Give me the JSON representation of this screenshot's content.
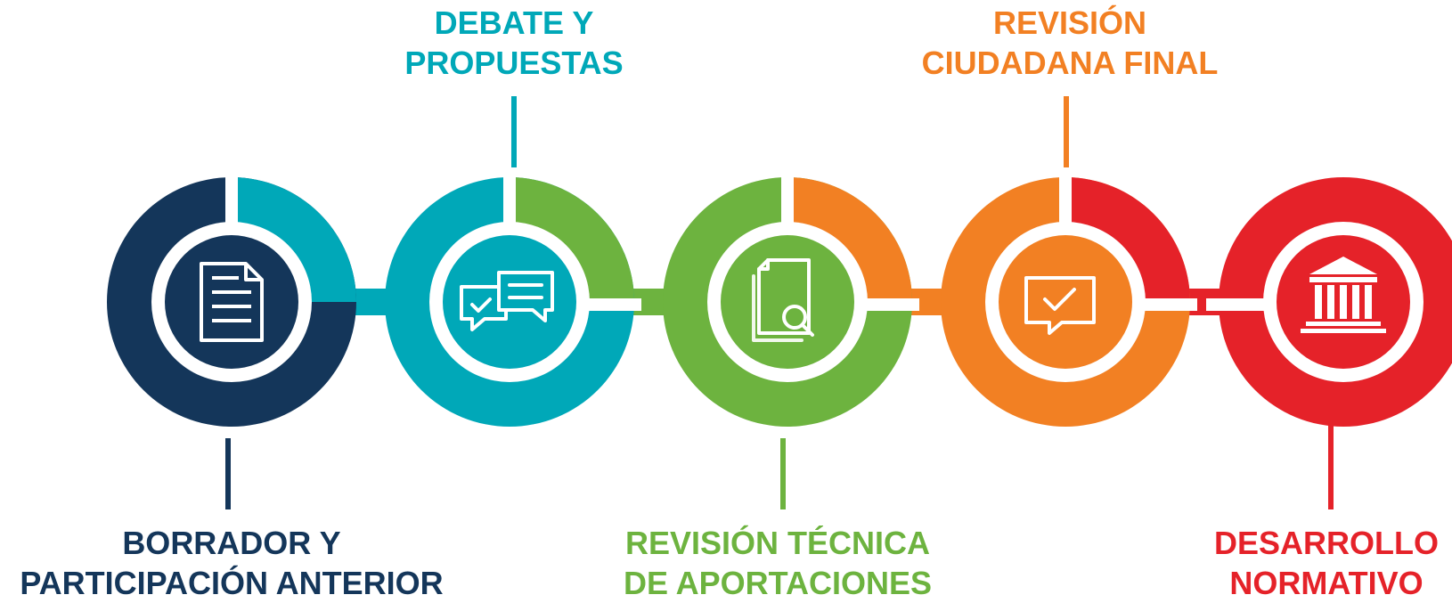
{
  "stages": [
    {
      "id": "borrador",
      "line1": "BORRADOR Y",
      "line2": "PARTICIPACIÓN ANTERIOR",
      "color": "#14365a",
      "icon": "document-icon"
    },
    {
      "id": "debate",
      "line1": "DEBATE Y",
      "line2": "PROPUESTAS",
      "color": "#00a8b8",
      "icon": "chat-bubbles-icon"
    },
    {
      "id": "revision-tecnica",
      "line1": "REVISIÓN TÉCNICA",
      "line2": "DE APORTACIONES",
      "color": "#6db33f",
      "icon": "document-search-icon"
    },
    {
      "id": "revision-ciudadana",
      "line1": "REVISIÓN",
      "line2": "CIUDADANA FINAL",
      "color": "#f28023",
      "icon": "checkmark-monitor-icon"
    },
    {
      "id": "desarrollo",
      "line1": "DESARROLLO",
      "line2": "NORMATIVO",
      "color": "#e52229",
      "icon": "government-building-icon"
    }
  ]
}
